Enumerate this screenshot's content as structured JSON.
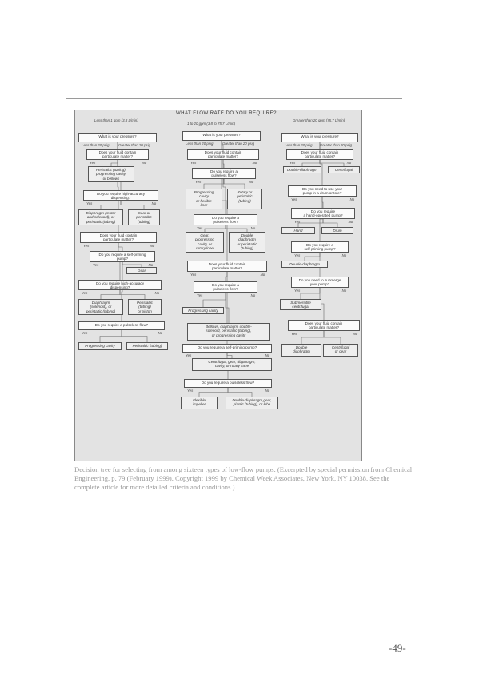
{
  "title": "WHAT FLOW RATE DO YOU REQUIRE?",
  "columns": [
    "Less than 1 gpm (3.8 L/min)",
    "1 to 20 gpm (3.8 to 75.7 L/min)",
    "Greater than 20 gpm (75.7 L/min)"
  ],
  "nodes": {
    "L1": {
      "text": "What is your pressure?",
      "kind": "q",
      "labels": [
        "Less than 20 psig",
        "Greater than 20 psig"
      ]
    },
    "L2": {
      "text": "Does your fluid contain\nparticulate matter?",
      "kind": "q",
      "labels": [
        "Yes",
        "No"
      ]
    },
    "L3": {
      "text": "Peristaltic (tubing),\nprogressing cavity,\nor bellows",
      "kind": "e"
    },
    "L4": {
      "text": "Do you require high-accuracy\ndispensing?",
      "kind": "q",
      "labels": [
        "Yes",
        "No"
      ]
    },
    "L5": {
      "text": "Diaphragm (motor\nand solenoid), or\nperistaltic (tubing)",
      "kind": "e"
    },
    "L6": {
      "text": "Gear or\nperistaltic\n(tubing)",
      "kind": "e"
    },
    "L7": {
      "text": "Does your fluid contain\nparticulate matter?",
      "kind": "q",
      "labels": [
        "Yes",
        "No"
      ]
    },
    "L8": {
      "text": "Do you require a self-priming\npump?",
      "kind": "q",
      "labels": [
        "Yes",
        "No"
      ]
    },
    "L9": {
      "text": "Gear",
      "kind": "e"
    },
    "L10": {
      "text": "Do you require high-accuracy\ndispensing?",
      "kind": "q",
      "labels": [
        "Yes",
        "No"
      ]
    },
    "L11": {
      "text": "Diaphragm\n(solenoid), or\nperistaltic (tubing)",
      "kind": "e"
    },
    "L12": {
      "text": "Peristaltic\n(tubing)\nor piston",
      "kind": "e"
    },
    "L13": {
      "text": "Do you require a pulseless flow?",
      "kind": "q",
      "labels": [
        "Yes",
        "No"
      ]
    },
    "L14": {
      "text": "Progressing cavity",
      "kind": "e"
    },
    "L15": {
      "text": "Peristaltic (tubing)",
      "kind": "e"
    },
    "M1": {
      "text": "What is your pressure?",
      "kind": "q",
      "labels": [
        "Less than 20 psig",
        "Greater than 20 psig"
      ]
    },
    "M2": {
      "text": "Does your fluid contain\nparticulate matter?",
      "kind": "q",
      "labels": [
        "Yes",
        "No"
      ]
    },
    "M3": {
      "text": "Do you require a\npulseless flow?",
      "kind": "q",
      "labels": [
        "Yes",
        "No"
      ]
    },
    "M4": {
      "text": "Progressing\ncavity\nor flexible\nliner",
      "kind": "e"
    },
    "M5": {
      "text": "Rotary or\nperistaltic\n(tubing)",
      "kind": "e"
    },
    "M6": {
      "text": "Do you require a\npulseless flow?",
      "kind": "q",
      "labels": [
        "Yes",
        "No"
      ]
    },
    "M7": {
      "text": "Gear,\nprogressing\ncavity, or\nrotary lobe",
      "kind": "e"
    },
    "M8": {
      "text": "Double\ndiaphragm\nor peristaltic\n(tubing)",
      "kind": "e"
    },
    "M9": {
      "text": "Does your fluid contain\nparticulate matter?",
      "kind": "q",
      "labels": [
        "Yes",
        "No"
      ]
    },
    "M10": {
      "text": "Do you require a\npulseless flow?",
      "kind": "q",
      "labels": [
        "Yes",
        "No"
      ]
    },
    "M11": {
      "text": "Progressing cavity",
      "kind": "e"
    },
    "M12": {
      "text": "Bellows, diaphragm, double-\nsolenoid, peristaltic (tubing),\nor progressing cavity",
      "kind": "e"
    },
    "M13": {
      "text": "Do you require a self-priming pump?",
      "kind": "q",
      "labels": [
        "Yes",
        "No"
      ]
    },
    "M14": {
      "text": "Centrifugal, gear, diaphragm,\ncavity, or rotary vane",
      "kind": "e"
    },
    "M15": {
      "text": "Do you require a pulseless flow?",
      "kind": "q",
      "labels": [
        "Yes",
        "No"
      ]
    },
    "M16": {
      "text": "Flexible\nimpeller",
      "kind": "e"
    },
    "M17": {
      "text": "Double-diaphragm,gear,\nplastic (tubing), or lobe",
      "kind": "e"
    },
    "R1": {
      "text": "What is your pressure?",
      "kind": "q",
      "labels": [
        "Less than 20 psig",
        "Greater than 20 psig"
      ]
    },
    "R2": {
      "text": "Does your fluid contain\nparticulate matter?",
      "kind": "q",
      "labels": [
        "Yes",
        "No"
      ]
    },
    "R3": {
      "text": "Double-diaphragm",
      "kind": "e"
    },
    "R4": {
      "text": "Centrifugal",
      "kind": "e"
    },
    "R5": {
      "text": "Do you need to use your\npump in a drum or tote?",
      "kind": "q",
      "labels": [
        "Yes",
        "No"
      ]
    },
    "R6": {
      "text": "Do you require\na hand-operated pump?",
      "kind": "q",
      "labels": [
        "Yes",
        "No"
      ]
    },
    "R7": {
      "text": "Hand",
      "kind": "e"
    },
    "R8": {
      "text": "Drum",
      "kind": "e"
    },
    "R9": {
      "text": "Do you require a\nself-priming pump?",
      "kind": "q",
      "labels": [
        "Yes",
        "No"
      ]
    },
    "R10": {
      "text": "Double-diaphragm",
      "kind": "e"
    },
    "R11": {
      "text": "Do you need to submerge\nyour pump?",
      "kind": "q",
      "labels": [
        "Yes",
        "No"
      ]
    },
    "R12": {
      "text": "Submersible\ncentrifugal",
      "kind": "e"
    },
    "R13": {
      "text": "Does your fluid contain\nparticulate matter?",
      "kind": "q",
      "labels": [
        "Yes",
        "No"
      ]
    },
    "R14": {
      "text": "Double\ndiaphragm",
      "kind": "e"
    },
    "R15": {
      "text": "Centrifugal\nor gear",
      "kind": "e"
    }
  },
  "edges": [
    [
      "L1",
      "L2"
    ],
    [
      "L2",
      "L3"
    ],
    [
      "L2",
      "L4"
    ],
    [
      "L4",
      "L5"
    ],
    [
      "L4",
      "L6"
    ],
    [
      "L1",
      "L7"
    ],
    [
      "L7",
      "L8"
    ],
    [
      "L8",
      "L9"
    ],
    [
      "L7",
      "L10"
    ],
    [
      "L10",
      "L11"
    ],
    [
      "L10",
      "L12"
    ],
    [
      "L8",
      "L13"
    ],
    [
      "L13",
      "L14"
    ],
    [
      "L13",
      "L15"
    ],
    [
      "M1",
      "M2"
    ],
    [
      "M2",
      "M3"
    ],
    [
      "M3",
      "M4"
    ],
    [
      "M3",
      "M5"
    ],
    [
      "M2",
      "M6"
    ],
    [
      "M6",
      "M7"
    ],
    [
      "M6",
      "M8"
    ],
    [
      "M1",
      "M9"
    ],
    [
      "M9",
      "M10"
    ],
    [
      "M10",
      "M11"
    ],
    [
      "M10",
      "M12"
    ],
    [
      "M9",
      "M13"
    ],
    [
      "M13",
      "M14"
    ],
    [
      "M13",
      "M15"
    ],
    [
      "M15",
      "M16"
    ],
    [
      "M15",
      "M17"
    ],
    [
      "R1",
      "R2"
    ],
    [
      "R2",
      "R3"
    ],
    [
      "R2",
      "R4"
    ],
    [
      "R1",
      "R5"
    ],
    [
      "R5",
      "R6"
    ],
    [
      "R6",
      "R7"
    ],
    [
      "R6",
      "R8"
    ],
    [
      "R5",
      "R9"
    ],
    [
      "R9",
      "R10"
    ],
    [
      "R9",
      "R11"
    ],
    [
      "R11",
      "R12"
    ],
    [
      "R11",
      "R13"
    ],
    [
      "R13",
      "R14"
    ],
    [
      "R13",
      "R15"
    ]
  ],
  "caption": "Decision tree for selecting from among sixteen types of low-flow pumps. (Excerpted by special permission from Chemical Engineering, p. 79 (February 1999). Copyright 1999 by Chemical Week Associates, New York, NY 10038. See the complete article for more detailed criteria and conditions.)",
  "page_number": "-49-"
}
